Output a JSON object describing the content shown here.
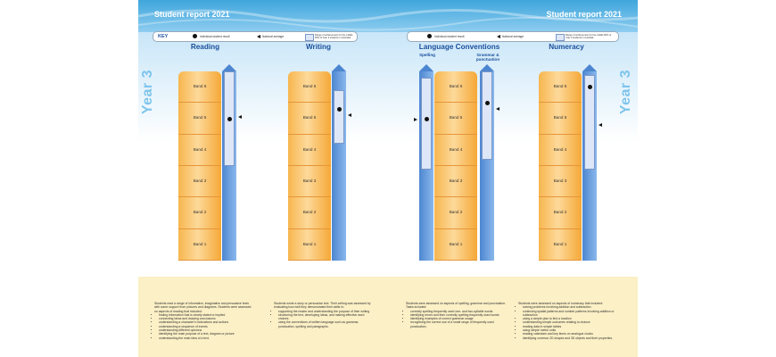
{
  "header": {
    "left_title": "Student report 2021",
    "right_title": "Student report 2021"
  },
  "key": {
    "label": "KEY",
    "left": {
      "student_result": "Individual student result",
      "national_average": "National average",
      "middle_range": "Range of achievement for the middle 60% of Year 3 students in Australia"
    },
    "right": {
      "student_result": "Individual student result",
      "national_average": "National average",
      "middle_range": "Range of achievement for the middle 60% of Year 3 students in Australia"
    }
  },
  "year_label_left": "Year 3",
  "year_label_right": "Year 3",
  "bands": [
    "Band 6",
    "Band 5",
    "Band 4",
    "Band 3",
    "Band 2",
    "Band 1"
  ],
  "charts": {
    "reading": {
      "title": "Reading"
    },
    "writing": {
      "title": "Writing"
    },
    "language": {
      "title": "Language Conventions",
      "spelling": "Spelling",
      "grammar": "Grammar & punctuation"
    },
    "numeracy": {
      "title": "Numeracy"
    }
  },
  "chart_data": [
    {
      "type": "bar",
      "title": "Reading",
      "scale": "Band 1 – Band 6",
      "student_band": 4.5,
      "national_average_band": 4.55,
      "middle_range_band": [
        3.0,
        6.0
      ]
    },
    {
      "type": "bar",
      "title": "Writing",
      "scale": "Band 1 – Band 6",
      "student_band": 4.8,
      "national_average_band": 4.6,
      "middle_range_band": [
        3.7,
        5.4
      ]
    },
    {
      "type": "bar",
      "title": "Spelling",
      "scale": "Band 1 – Band 6",
      "student_band": 4.5,
      "national_average_band": 4.45,
      "middle_range_band": [
        2.9,
        5.8
      ]
    },
    {
      "type": "bar",
      "title": "Grammar & punctuation",
      "scale": "Band 1 – Band 6",
      "student_band": 5.0,
      "national_average_band": 4.8,
      "middle_range_band": [
        3.2,
        6.0
      ]
    },
    {
      "type": "bar",
      "title": "Numeracy",
      "scale": "Band 1 – Band 6",
      "student_band": 5.5,
      "national_average_band": 4.3,
      "middle_range_band": [
        2.9,
        5.9
      ]
    }
  ],
  "footer": {
    "reading": {
      "intro": "Students read a range of informative, imaginative and persuasive texts with some support from pictures and diagrams. Students were assessed on aspects of reading that included:",
      "items": [
        "finding information that is clearly stated or implied",
        "connecting ideas and drawing conclusions",
        "understanding a character's motivations and actions",
        "understanding a sequence of events",
        "understanding different opinions",
        "identifying the main purpose of a text, diagram or picture",
        "understanding the main idea of a text."
      ]
    },
    "writing": {
      "intro": "Students wrote a story or persuasive text. Their writing was assessed by evaluating how well they demonstrated their skills in:",
      "items": [
        "supporting the reader and understanding the purpose of their writing",
        "structuring the text, developing ideas, and making effective word choices",
        "using the conventions of written language such as grammar, punctuation, spelling and paragraphs."
      ]
    },
    "language": {
      "intro": "Students were assessed on aspects of spelling, grammar and punctuation. Tasks included:",
      "items": [
        "correctly spelling frequently used one- and two-syllable words",
        "identifying errors and then correctly spelling frequently used words",
        "identifying examples of correct grammar usage",
        "recognising the correct use of a small range of frequently used punctuation."
      ]
    },
    "numeracy": {
      "intro": "Students were assessed on aspects of numeracy that included:",
      "items": [
        "solving problems involving addition and subtraction",
        "continuing spatial patterns and number patterns involving addition or subtraction",
        "using a simple plan to find a location",
        "understanding simple outcomes relating to chance",
        "reading data in simple tables",
        "using simple metric units",
        "reading calendars and key times on analogue clocks",
        "identifying common 2D shapes and 3D objects and their properties."
      ]
    }
  }
}
